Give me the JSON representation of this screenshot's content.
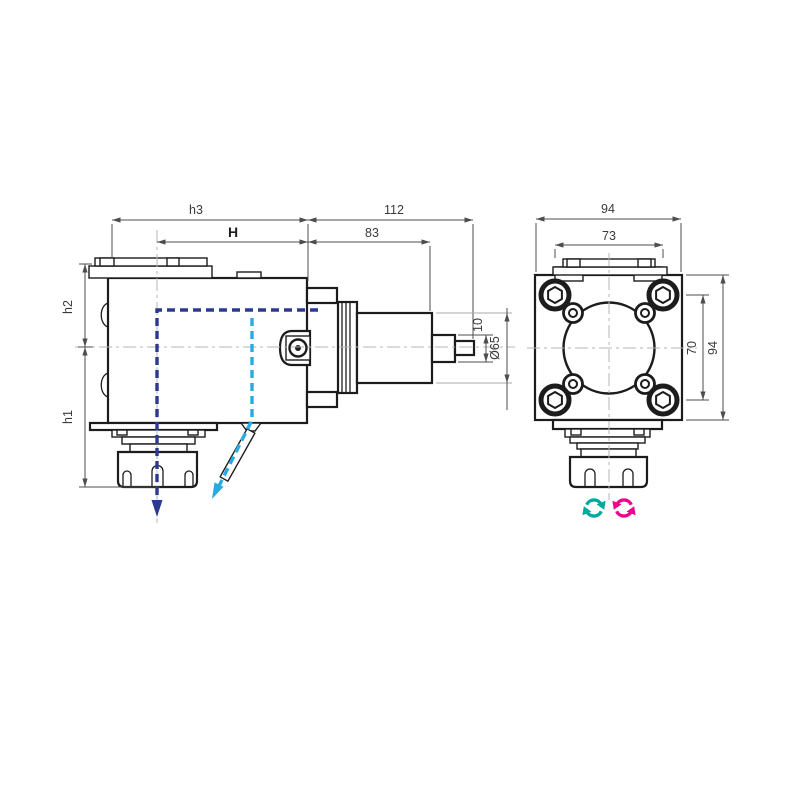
{
  "drawing": {
    "side_view": {
      "dim_h3": "h3",
      "dim_H": "H",
      "dim_112": "112",
      "dim_83": "83",
      "dim_h2": "h2",
      "dim_h1": "h1",
      "dim_10": "10",
      "dim_dia65": "Ø65"
    },
    "front_view": {
      "dim_width_94": "94",
      "dim_73": "73",
      "dim_70": "70",
      "dim_height_94": "94"
    },
    "colors": {
      "outline": "#1c1c1c",
      "dimension": "#4d4d4d",
      "centerline": "#b5b5b5",
      "coolant_internal_blue": "#2B3990",
      "coolant_external_cyan": "#29ABE2",
      "rotation_teal": "#00A99D",
      "rotation_magenta": "#EC008C"
    }
  }
}
